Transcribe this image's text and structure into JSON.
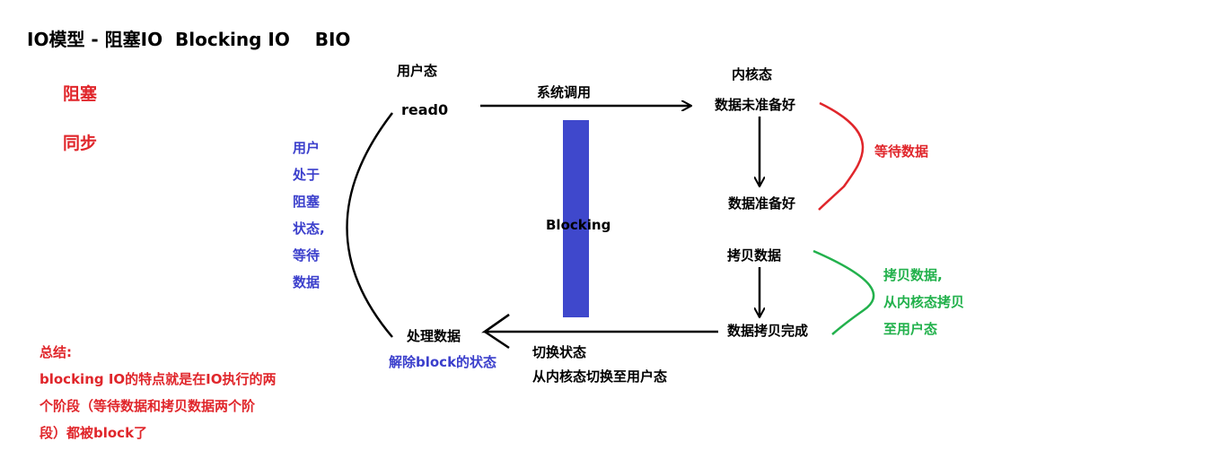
{
  "title": "IO模型 - 阻塞IO  Blocking IO    BIO",
  "labels": {
    "blocking": "阻塞",
    "sync": "同步",
    "user_mode": "用户态",
    "kernel_mode": "内核态",
    "read_call": "read0",
    "syscall": "系统调用",
    "data_not_ready": "数据未准备好",
    "data_ready": "数据准备好",
    "copy_data": "拷贝数据",
    "copy_done": "数据拷贝完成",
    "process_data": "处理数据",
    "unblock": "解除block的状态",
    "switch_state": "切换状态",
    "switch_detail": "从内核态切换至用户态",
    "blocking_bar": "Blocking",
    "wait_data": "等待数据"
  },
  "user_blocked_lines": [
    "用户",
    "处于",
    "阻塞",
    "状态,",
    "等待",
    "数据"
  ],
  "copy_note_lines": [
    "拷贝数据,",
    "从内核态拷贝",
    "至用户态"
  ],
  "summary": {
    "heading": "总结:",
    "lines": [
      "blocking IO的特点就是在IO执行的两",
      "个阶段（等待数据和拷贝数据两个阶",
      "段）都被block了"
    ]
  },
  "colors": {
    "red": "#e0262b",
    "blue": "#3b3fcc",
    "green": "#22b14c",
    "bar": "#3f48cc",
    "black": "#000000"
  }
}
